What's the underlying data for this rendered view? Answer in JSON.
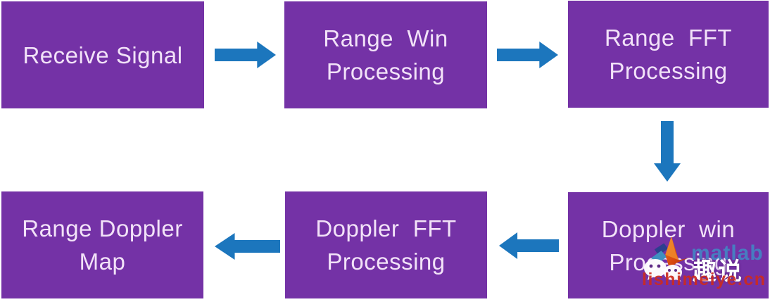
{
  "flow": {
    "boxes": [
      {
        "id": "receive-signal",
        "lines": [
          "Receive Signal",
          ""
        ]
      },
      {
        "id": "range-win",
        "lines": [
          "Range  Win",
          "Processing"
        ]
      },
      {
        "id": "range-fft",
        "lines": [
          "Range  FFT",
          "Processing"
        ]
      },
      {
        "id": "doppler-win",
        "lines": [
          "Doppler  win",
          "Processing"
        ]
      },
      {
        "id": "doppler-fft",
        "lines": [
          "Doppler  FFT",
          "Processing"
        ]
      },
      {
        "id": "range-doppler-map",
        "lines": [
          "Range Doppler",
          "Map"
        ]
      }
    ],
    "arrows": [
      {
        "id": "arrow-1",
        "direction": "right",
        "from": "receive-signal",
        "to": "range-win"
      },
      {
        "id": "arrow-2",
        "direction": "right",
        "from": "range-win",
        "to": "range-fft"
      },
      {
        "id": "arrow-3",
        "direction": "down",
        "from": "range-fft",
        "to": "doppler-win"
      },
      {
        "id": "arrow-4",
        "direction": "left",
        "from": "doppler-win",
        "to": "doppler-fft"
      },
      {
        "id": "arrow-5",
        "direction": "left",
        "from": "doppler-fft",
        "to": "range-doppler-map"
      }
    ]
  },
  "watermark": {
    "brand_text": "matlab",
    "chinese_text": "趣说",
    "domain_text": "lishimeiye.cn",
    "logo": "matlab-logo",
    "icon": "wechat-icon"
  },
  "colors": {
    "background": "#ffffff",
    "box_fill": "#7432A6",
    "box_text": "#F2E2F8",
    "arrow": "#1C76BD",
    "brand_blue": "#4484C4",
    "domain_red": "#CC2B20",
    "chinese_white": "#FFFFFF"
  }
}
